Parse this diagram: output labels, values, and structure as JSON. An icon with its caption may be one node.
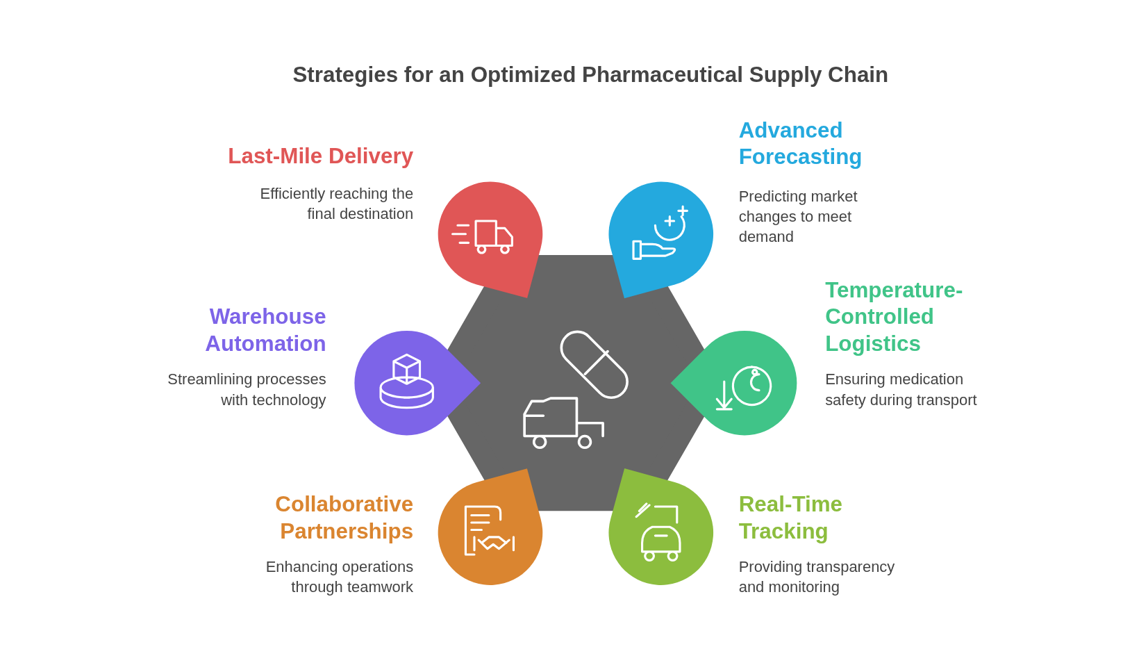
{
  "diagram": {
    "title": "Strategies for an Optimized Pharmaceutical Supply Chain",
    "nodes": [
      {
        "text": [],
        "shape": "hexagon"
      },
      {
        "text": [
          "Last-Mile Delivery",
          "Efficiently reaching the final destination"
        ]
      },
      {
        "text": [
          "Advanced Forecasting",
          "Predicting market changes to meet demand"
        ]
      },
      {
        "text": [
          "Warehouse Automation",
          "Streamlining processes with technology"
        ]
      },
      {
        "text": [
          "Temperature-Controlled Logistics",
          "Ensuring medication safety during transport"
        ]
      },
      {
        "text": [
          "Collaborative Partnerships",
          "Enhancing operations through teamwork"
        ]
      },
      {
        "text": [
          "Real-Time Tracking",
          "Providing transparency and monitoring"
        ]
      }
    ],
    "edges": []
  }
}
